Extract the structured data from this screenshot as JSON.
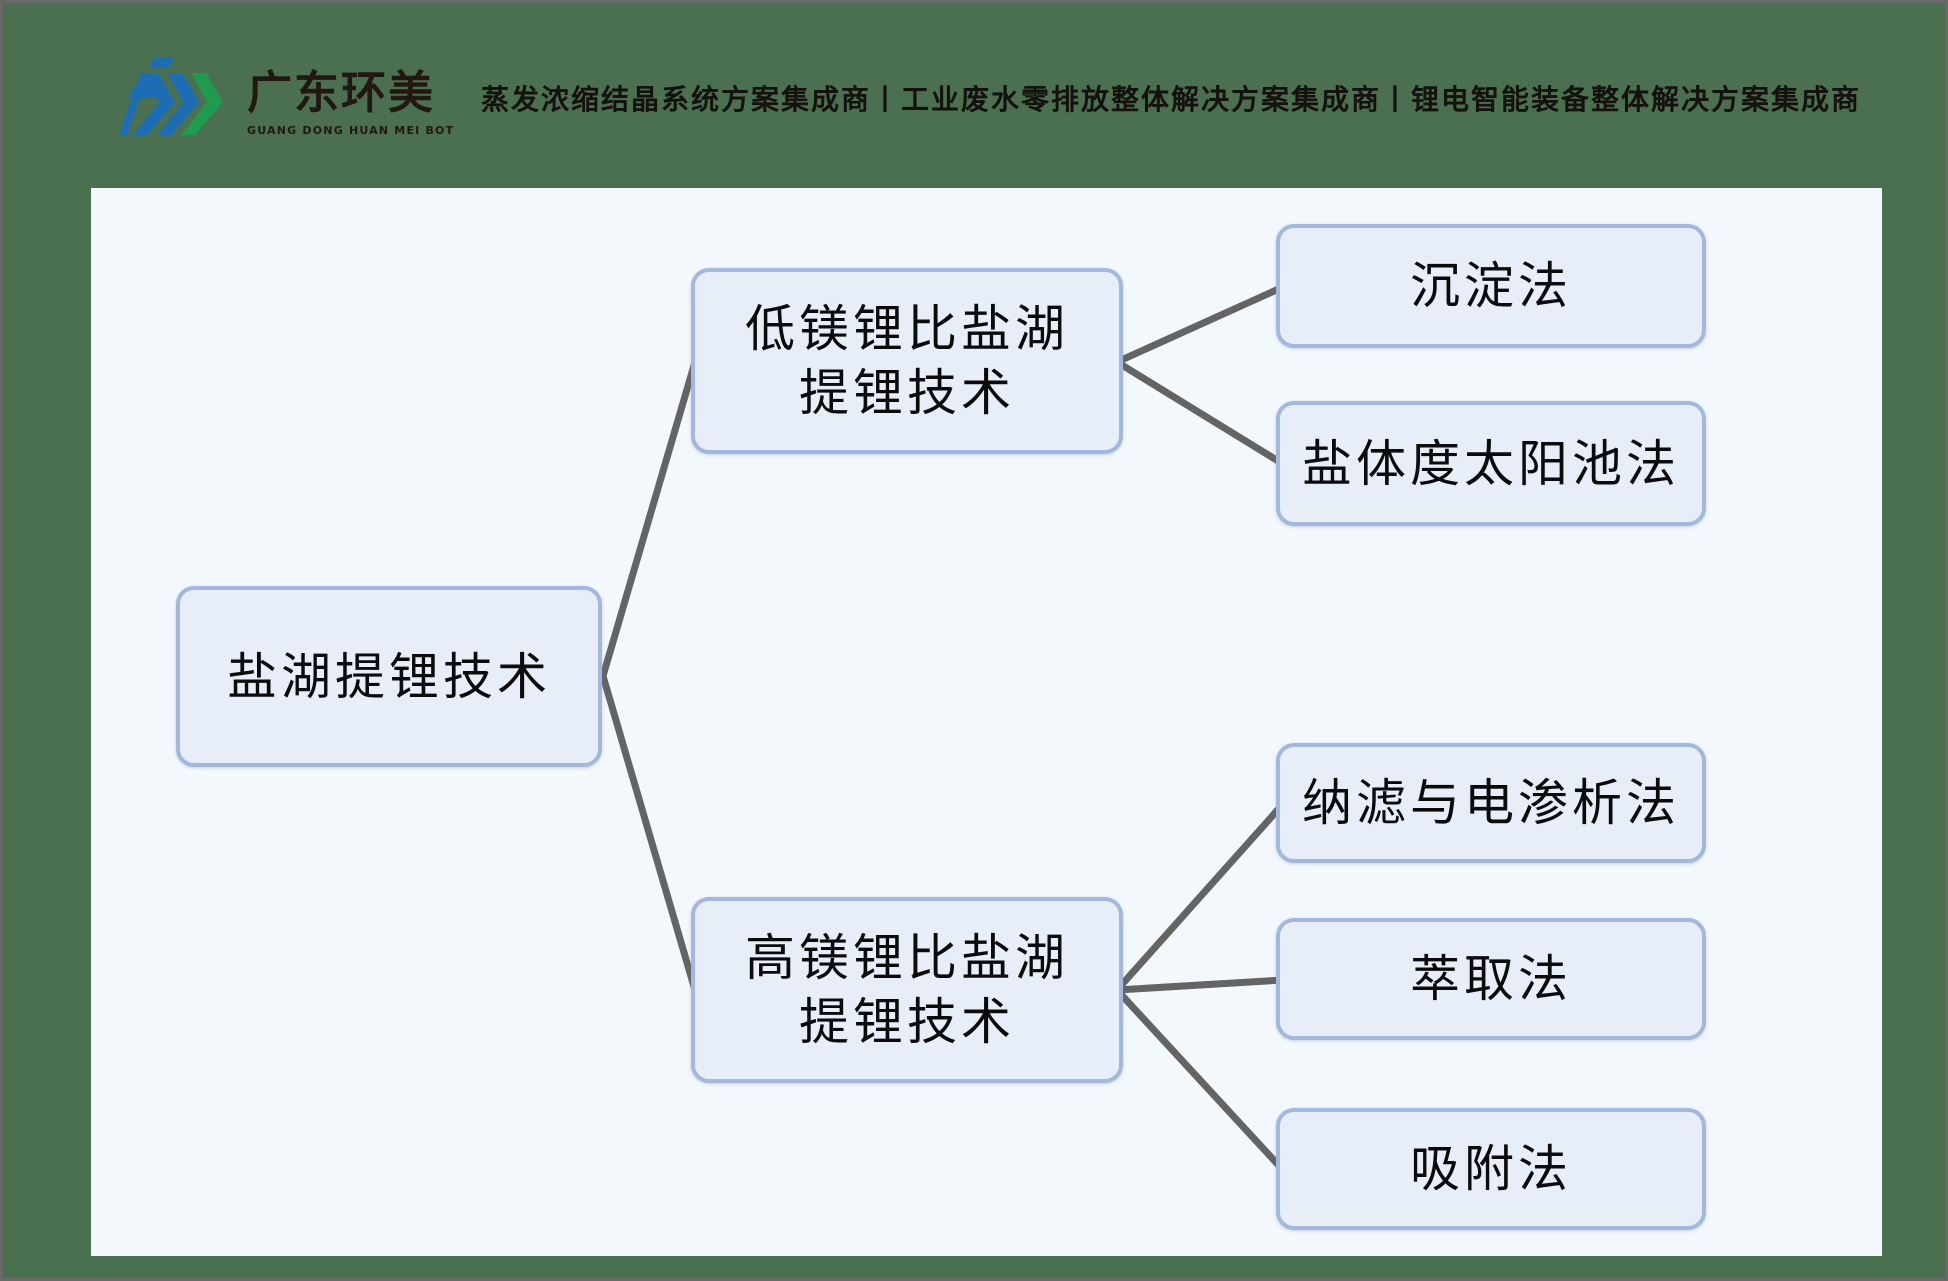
{
  "header": {
    "logo": {
      "name": "广东环美",
      "romanized": "GUANG DONG HUAN MEI BOT"
    },
    "tagline": "蒸发浓缩结晶系统方案集成商丨工业废水零排放整体解决方案集成商丨锂电智能装备整体解决方案集成商"
  },
  "diagram": {
    "root": {
      "label": "盐湖提锂技术"
    },
    "branches": [
      {
        "line1": "低镁锂比盐湖",
        "line2": "提锂技术",
        "children": [
          "沉淀法",
          "盐体度太阳池法"
        ]
      },
      {
        "line1": "高镁锂比盐湖",
        "line2": "提锂技术",
        "children": [
          "纳滤与电渗析法",
          "萃取法",
          "吸附法"
        ]
      }
    ]
  },
  "colors": {
    "background_green": "#4A7050",
    "frame_gray": "#696969",
    "panel": "#F3F8FD",
    "node_fill": "#E8EEF8",
    "node_border": "#A3B8DE",
    "connector": "#646464",
    "logo_blue": "#1C6DB6",
    "logo_green": "#1F9B50",
    "text_dark": "#231712"
  }
}
